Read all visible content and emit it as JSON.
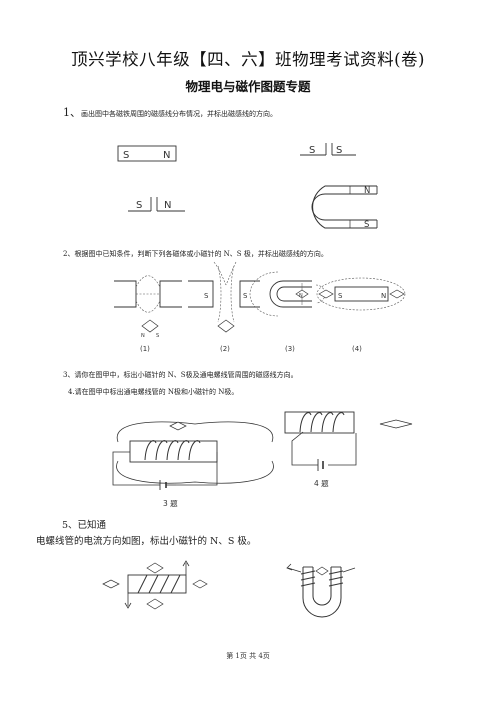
{
  "header": {
    "title": "顶兴学校八年级【四、六】班物理考试资料(卷)",
    "subtitle": "物理电与磁作图题专题"
  },
  "questions": {
    "q1": {
      "number": "1、",
      "text": "画出图中各磁铁周围的磁感线分布情况，并标出磁感线的方向。",
      "magnets": {
        "bar1": {
          "left": "S",
          "right": "N"
        },
        "bar2": {
          "left": "S",
          "right": "S"
        },
        "bar3": {
          "left": "S",
          "right": "N"
        },
        "horseshoe": {
          "top": "N",
          "bottom": "S"
        }
      }
    },
    "q2": {
      "text": "2、根据图中已知条件，判断下列各磁体或小磁针的 N、S 极，并标出磁感线的方向。",
      "labels": [
        "S",
        "S",
        "S",
        "N"
      ],
      "needle_labels": [
        "N",
        "S"
      ],
      "captions": [
        "(1)",
        "(2)",
        "(3)",
        "(4)"
      ]
    },
    "q3": {
      "text": "3、请你在图甲中，标出小磁针的 N、S极及通电螺线管周围的磁感线方向。"
    },
    "q4": {
      "text": "4.请在图甲中标出通电螺线管的 N极和小磁针的 N极。"
    },
    "figures": {
      "fig3": "3 题",
      "fig4": "4 题"
    },
    "q5": {
      "line1": "5、已知通",
      "line2": "电螺线管的电流方向如图，标出小磁针的 N、S 极。"
    }
  },
  "footer": {
    "page": "第 1页 共 4页"
  }
}
